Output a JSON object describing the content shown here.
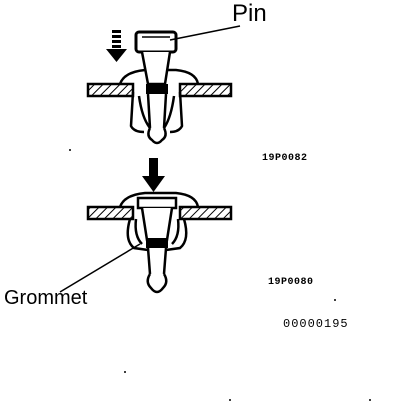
{
  "labels": {
    "pin": "Pin",
    "grommet": "Grommet"
  },
  "codes": {
    "top": "19P0082",
    "bottom": "19P0080",
    "figure": "00000195"
  },
  "colors": {
    "ink": "#000000",
    "paper": "#ffffff"
  }
}
